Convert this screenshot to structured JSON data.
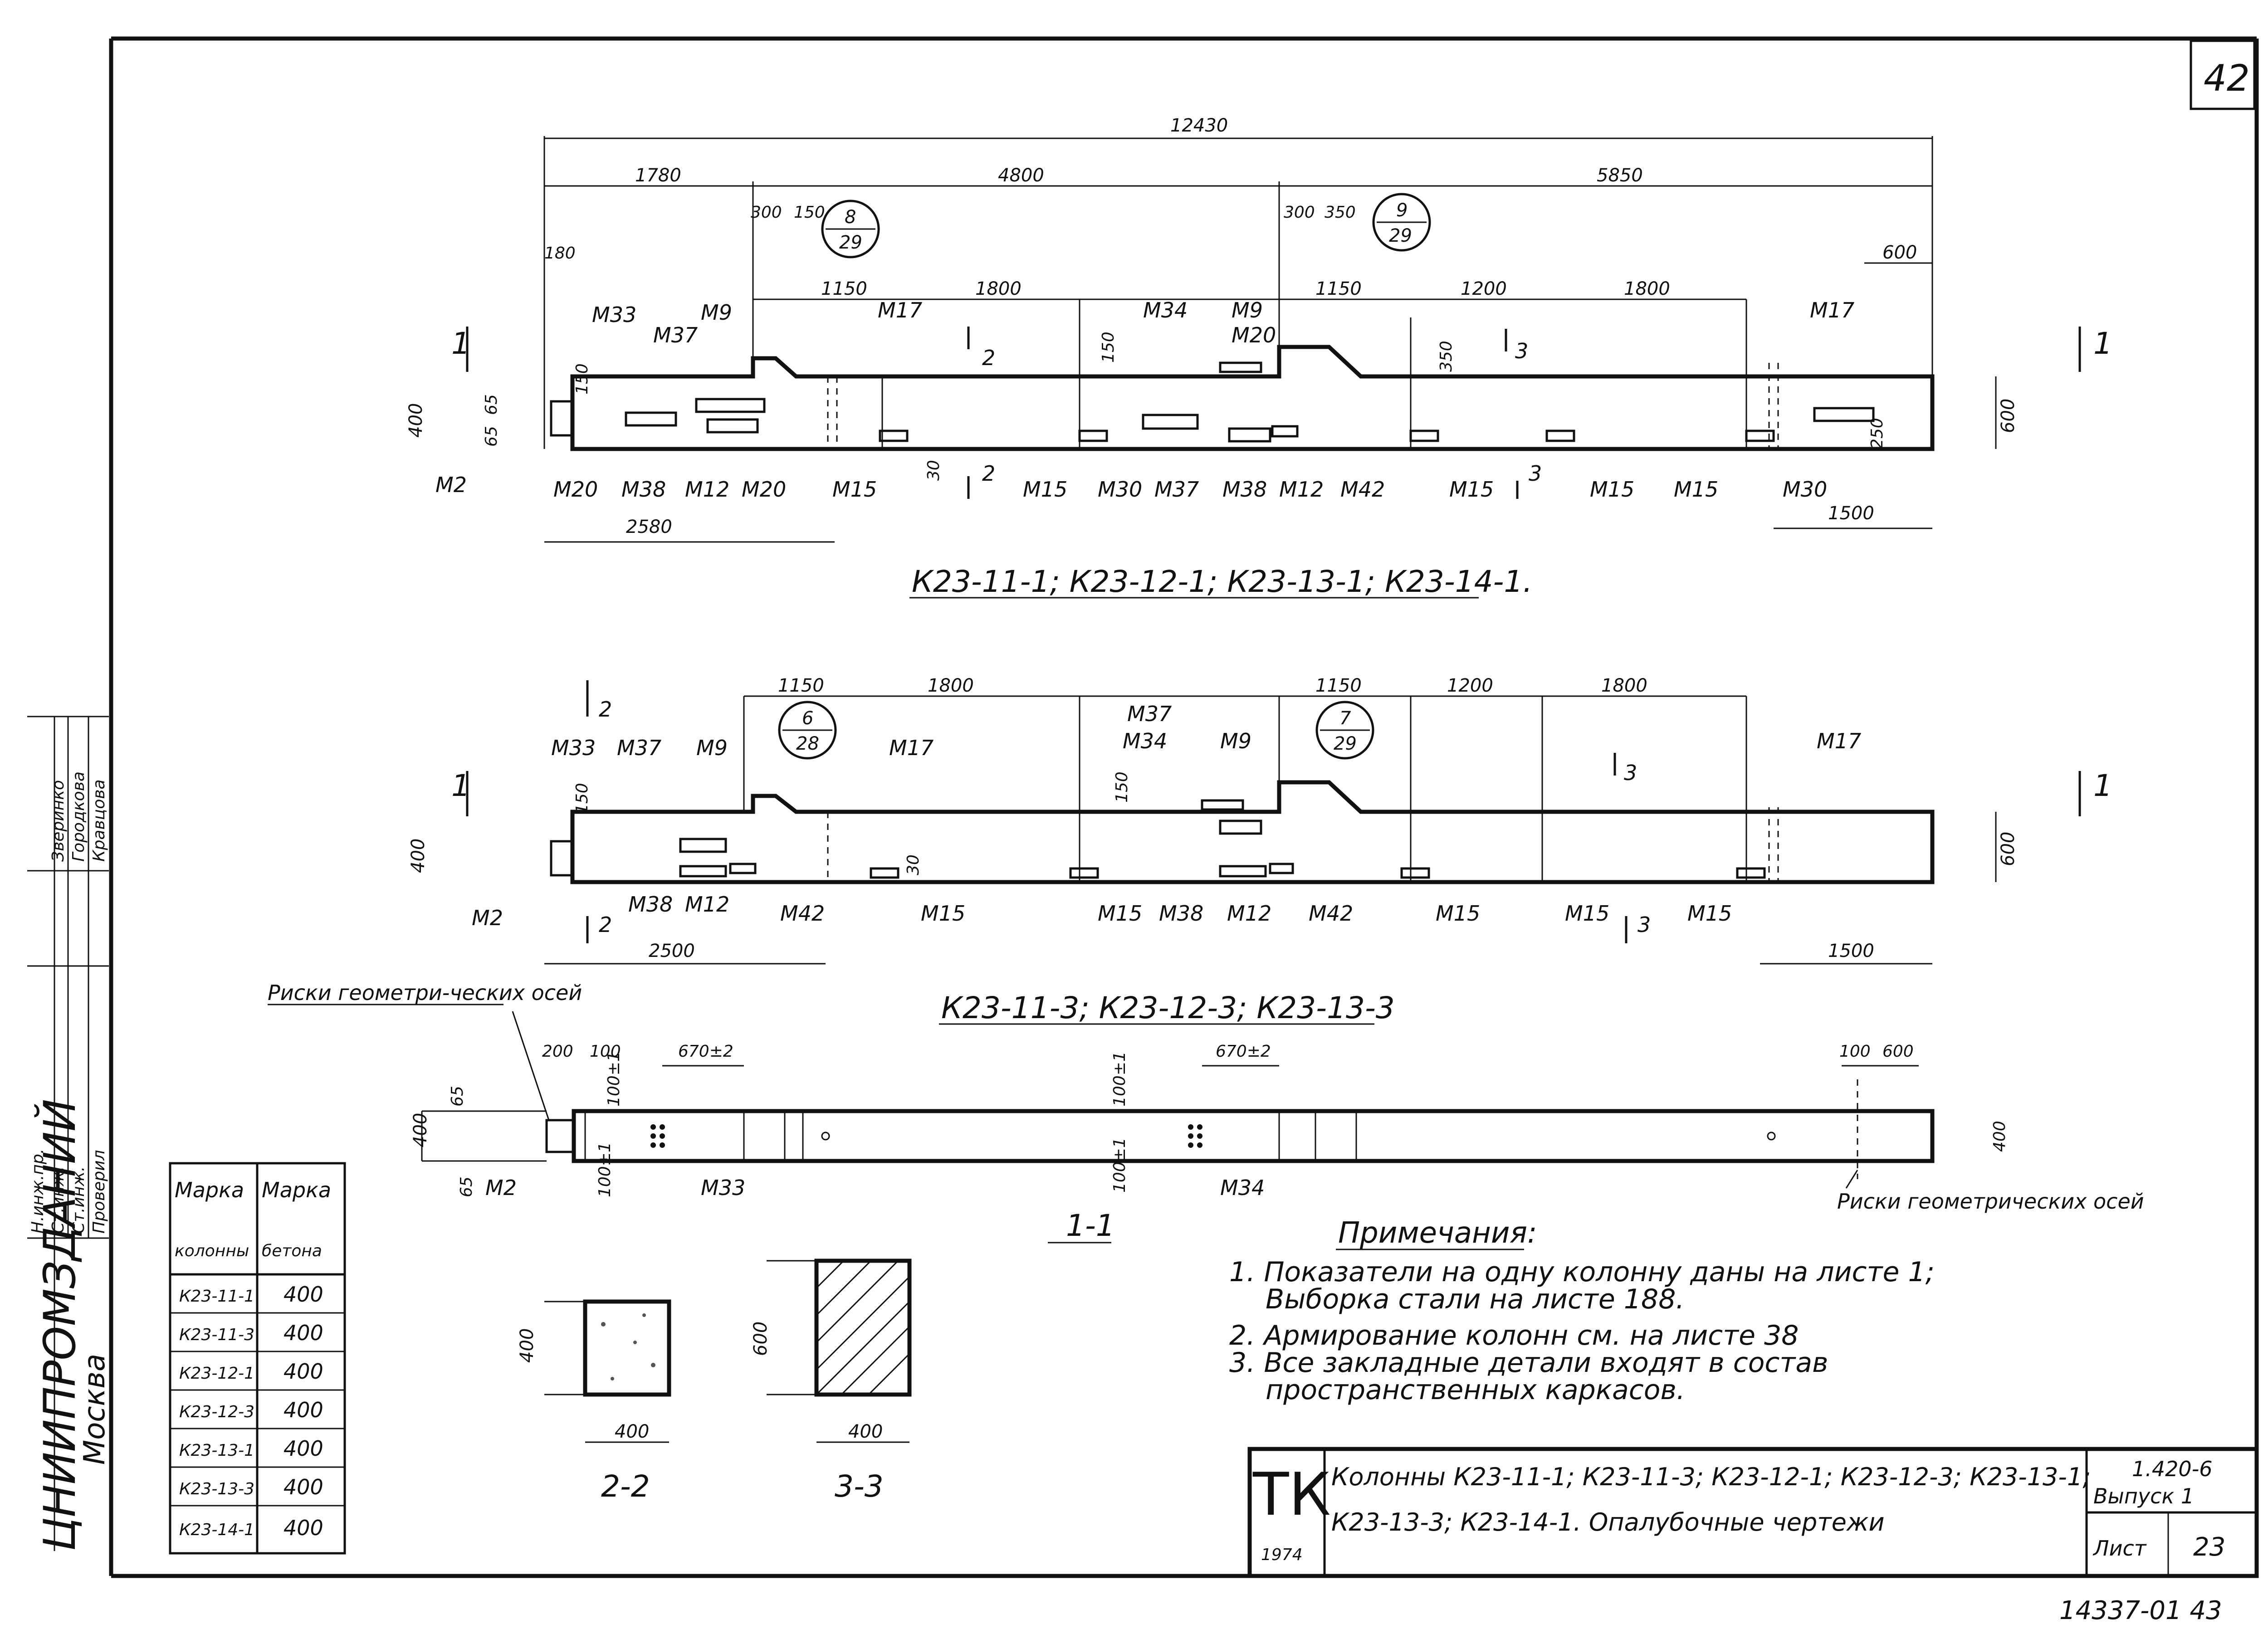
{
  "sheet": {
    "number": "42",
    "org": "ЦНИИПРОМЗДАНИЙ",
    "city": "Москва",
    "bottom_code": "14337-01 43",
    "approvals": {
      "rows": [
        "Н.инж.пр.",
        "Ст.инж.",
        "Ст.инж.",
        "Проверил"
      ],
      "names": [
        "Зверинко",
        "Городкова",
        "Кравцова"
      ]
    }
  },
  "views": {
    "top": {
      "title": "К23-11-1; К23-12-1; К23-13-1; К23-14-1.",
      "dims": [
        "12430",
        "1780",
        "4800",
        "5850",
        "300",
        "150",
        "300",
        "350",
        "180",
        "1150",
        "1800",
        "1150",
        "1200",
        "1800",
        "600",
        "150",
        "150",
        "350",
        "65",
        "65",
        "400",
        "600",
        "30",
        "250",
        "2580",
        "1500"
      ],
      "callouts": [
        {
          "n": "8",
          "d": "29"
        },
        {
          "n": "9",
          "d": "29"
        }
      ],
      "section_marks": [
        "1",
        "2",
        "3",
        "1",
        "2",
        "3"
      ],
      "marks_above": [
        "М33",
        "М37",
        "М9",
        "М17",
        "М34",
        "М9",
        "М20",
        "М17"
      ],
      "marks_below": [
        "М2",
        "М20",
        "М38",
        "М12",
        "М20",
        "М15",
        "М15",
        "М30",
        "М37",
        "М38",
        "М12",
        "М42",
        "М15",
        "М15",
        "М15",
        "М30"
      ]
    },
    "mid": {
      "title": "К23-11-3; К23-12-3; К23-13-3",
      "dims": [
        "1150",
        "1800",
        "1150",
        "1200",
        "1800",
        "150",
        "150",
        "400",
        "600",
        "30",
        "2500",
        "1500"
      ],
      "callouts": [
        {
          "n": "6",
          "d": "28"
        },
        {
          "n": "7",
          "d": "29"
        }
      ],
      "section_marks": [
        "1",
        "2",
        "3",
        "1",
        "2",
        "3"
      ],
      "marks_above": [
        "М33",
        "М37",
        "М9",
        "М17",
        "М37",
        "М34",
        "М9",
        "М17"
      ],
      "marks_below": [
        "М2",
        "М38",
        "М12",
        "М42",
        "М15",
        "М15",
        "М38",
        "М12",
        "М42",
        "М15",
        "М15",
        "М15"
      ]
    },
    "plan": {
      "title": "1-1",
      "axis_note": "Риски геометри-ческих осей",
      "axis_note2": "Риски геометрических осей",
      "dims": [
        "200",
        "100",
        "670±2",
        "670±2",
        "100",
        "600",
        "400",
        "400",
        "65",
        "65",
        "100±1",
        "100±1",
        "100±1",
        "100±1"
      ],
      "marks": [
        "М2",
        "М33",
        "М34"
      ]
    }
  },
  "sections": [
    {
      "title": "2-2",
      "w": "400",
      "h": "400"
    },
    {
      "title": "3-3",
      "w": "400",
      "h": "600"
    }
  ],
  "notes": {
    "heading": "Примечания:",
    "items": [
      "1. Показатели на одну колонну даны на листе 1;",
      "Выборка стали на листе 188.",
      "2. Армирование колонн см. на листе 38",
      "3. Все закладные детали входят в состав",
      "пространственных каркасов."
    ]
  },
  "concrete_table": {
    "headers": [
      "Марка",
      "Марка",
      "колонны",
      "бетона"
    ],
    "rows": [
      [
        "К23-11-1",
        "400"
      ],
      [
        "К23-11-3",
        "400"
      ],
      [
        "К23-12-1",
        "400"
      ],
      [
        "К23-12-3",
        "400"
      ],
      [
        "К23-13-1",
        "400"
      ],
      [
        "К23-13-3",
        "400"
      ],
      [
        "К23-14-1",
        "400"
      ]
    ]
  },
  "title_block": {
    "logo": "ТК",
    "year": "1974",
    "desc_line1": "Колонны К23-11-1; К23-11-3; К23-12-1; К23-12-3; К23-13-1;",
    "desc_line2": "К23-13-3; К23-14-1. Опалубочные чертежи",
    "series": "1.420-6",
    "issue": "Выпуск 1",
    "sheet_label": "Лист",
    "sheet_no": "23"
  }
}
